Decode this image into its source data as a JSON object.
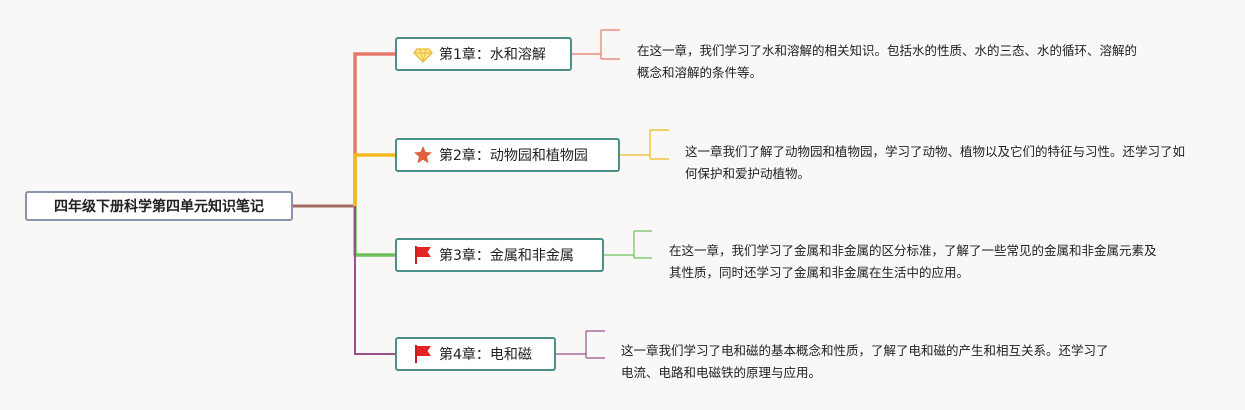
{
  "root": {
    "title": "四年级下册科学第四单元知识笔记"
  },
  "chapters": [
    {
      "label": "第1章：水和溶解",
      "icon": "diamond-icon",
      "color": "#e8796a",
      "note": "在这一章，我们学习了水和溶解的相关知识。包括水的性质、水的三态、水的循环、溶解的概念和溶解的条件等。"
    },
    {
      "label": "第2章：动物园和植物园",
      "icon": "star-icon",
      "color": "#f3b91d",
      "note": "这一章我们了解了动物园和植物园，学习了动物、植物以及它们的特征与习性。还学习了如何保护和爱护动植物。"
    },
    {
      "label": "第3章：金属和非金属",
      "icon": "flag-icon",
      "color": "#6fbf5a",
      "note": "在这一章，我们学习了金属和非金属的区分标准，了解了一些常见的金属和非金属元素及其性质，同时还学习了金属和非金属在生活中的应用。"
    },
    {
      "label": "第4章：电和磁",
      "icon": "flag-icon",
      "color": "#9c4f8d",
      "note": "这一章我们学习了电和磁的基本概念和性质，了解了电和磁的产生和相互关系。还学习了电流、电路和电磁铁的原理与应用。"
    }
  ]
}
